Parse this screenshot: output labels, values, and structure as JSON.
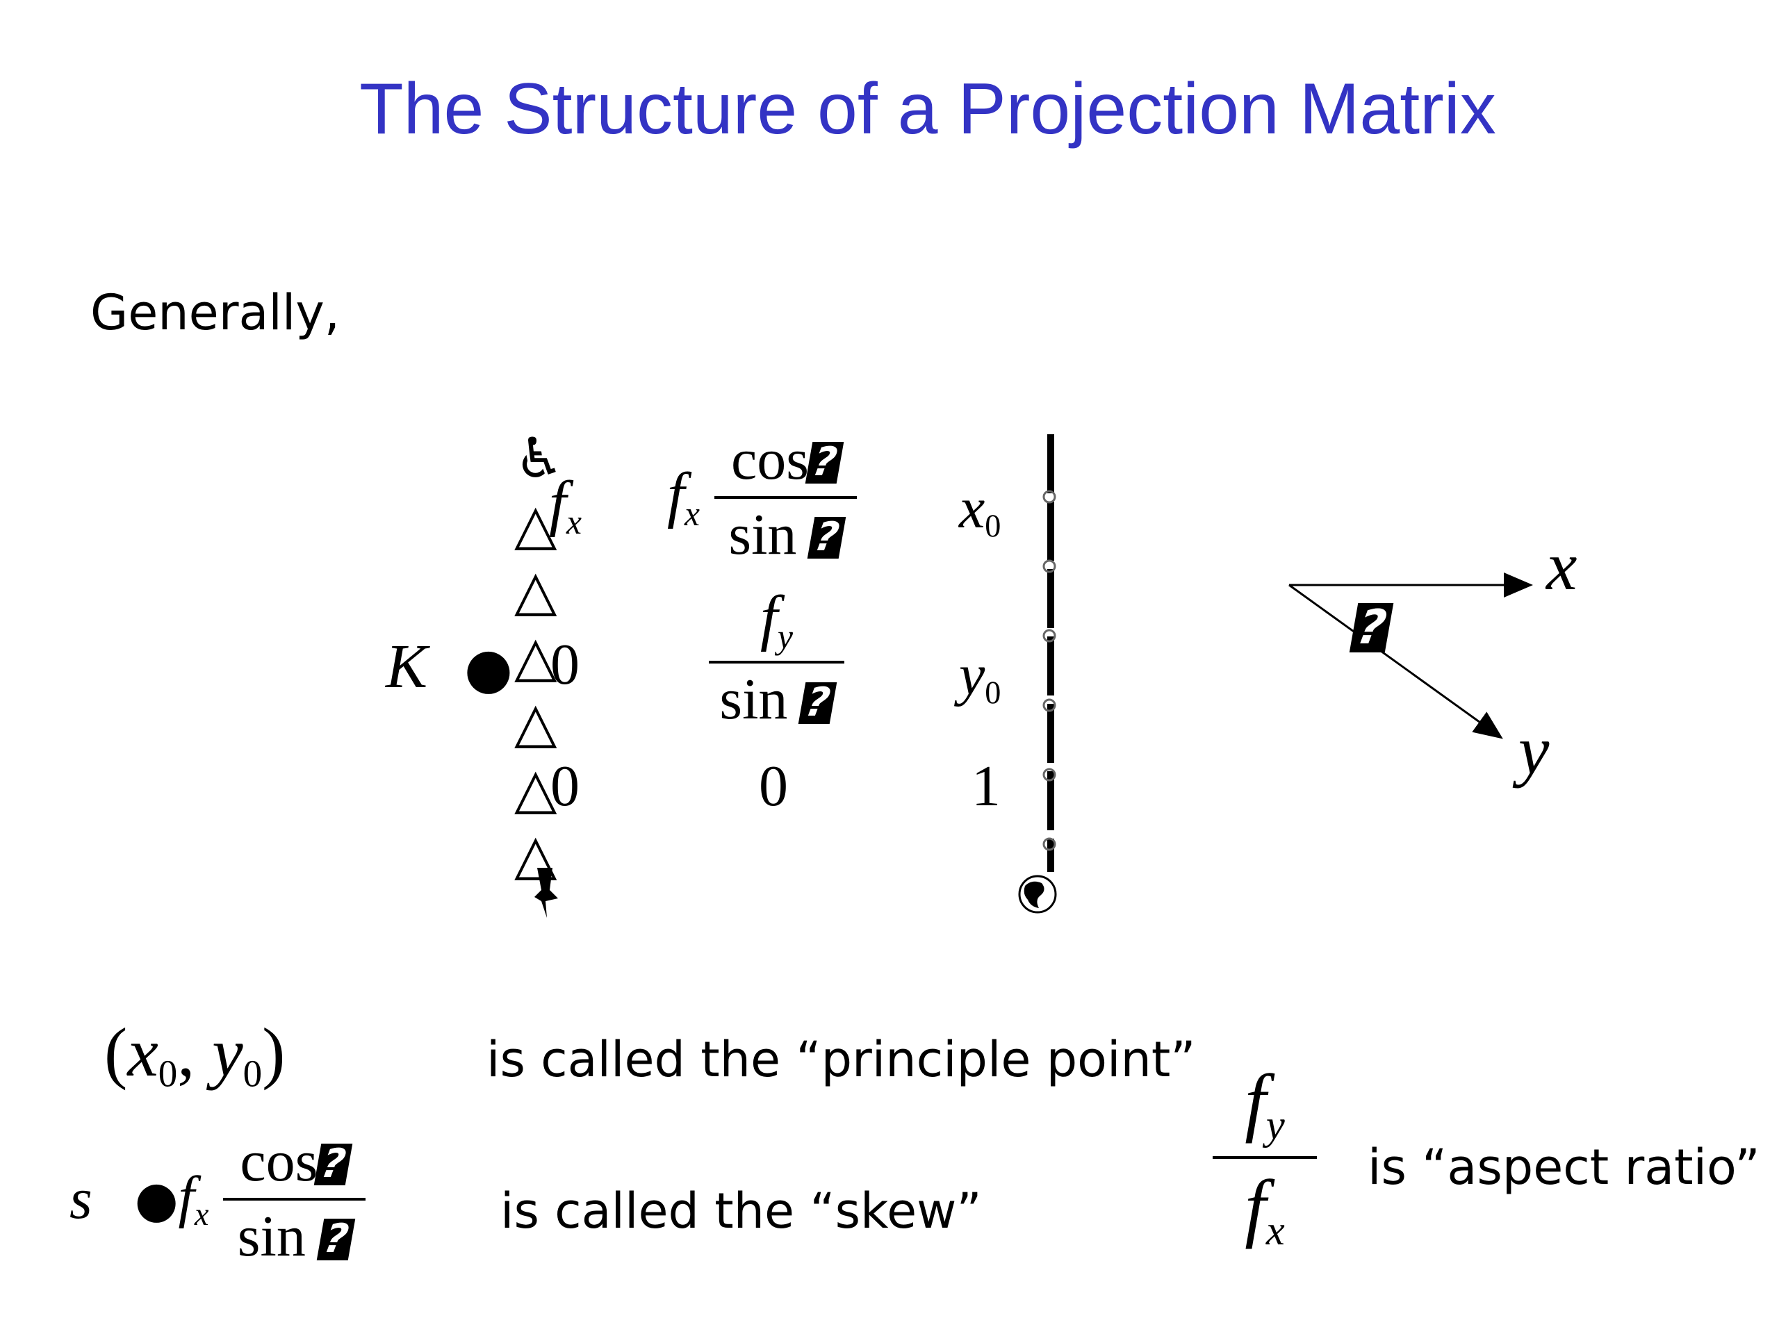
{
  "slide": {
    "title": "The Structure of a Projection Matrix",
    "intro": "Generally,",
    "title_color": "#3333c4"
  },
  "matrix": {
    "lhs": "K",
    "equals_symbol": "●",
    "row1": {
      "c1_f": "f",
      "c1_sub": "x",
      "c2_f": "f",
      "c2_sub": "x",
      "c2_num": "cos",
      "c2_den": "sin",
      "c3_var": "x",
      "c3_sub": "0"
    },
    "row2": {
      "c1": "0",
      "c2_num_f": "f",
      "c2_num_sub": "y",
      "c2_den": "sin",
      "c3_var": "y",
      "c3_sub": "0"
    },
    "row3": {
      "c1": "0",
      "c2": "0",
      "c3": "1"
    },
    "missing_glyph": "?",
    "bracket_left": [
      "♿",
      "△",
      "△",
      "△",
      "△",
      "△",
      "△"
    ],
    "bracket_right_icon": "globe-icon"
  },
  "axes_diagram": {
    "x_label": "x",
    "y_label": "y",
    "angle_glyph": "?"
  },
  "definitions": {
    "principle_point": {
      "expr_open": "(",
      "x": "x",
      "x_sub": "0",
      "comma": ",",
      "y": "y",
      "y_sub": "0",
      "expr_close": ")",
      "text": "is called the “principle point”"
    },
    "skew": {
      "s": "s",
      "dot": "●",
      "f": "f",
      "f_sub": "x",
      "num": "cos",
      "den": "sin",
      "text": "is called the “skew”"
    },
    "aspect_ratio": {
      "num_f": "f",
      "num_sub": "y",
      "den_f": "f",
      "den_sub": "x",
      "text": "is “aspect ratio”"
    }
  }
}
